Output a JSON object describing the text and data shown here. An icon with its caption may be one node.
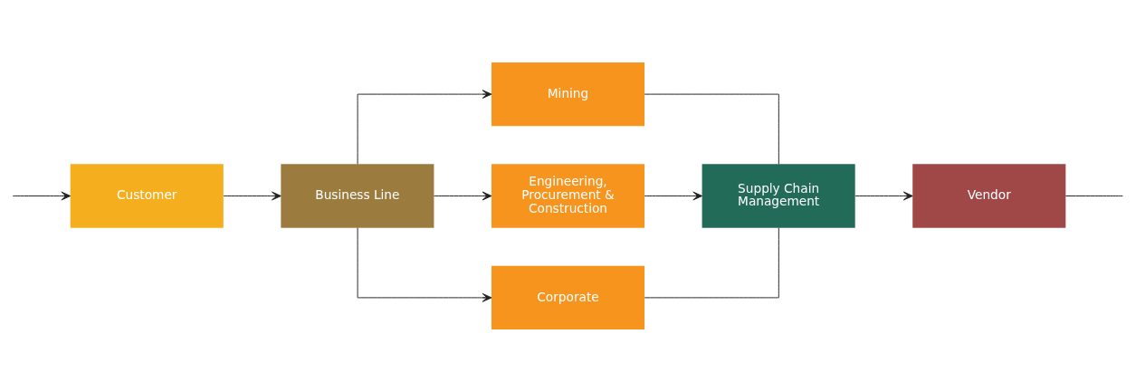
{
  "diagram": {
    "nodes": [
      {
        "text": [
          "Customer"
        ]
      },
      {
        "text": [
          "Business Line"
        ]
      },
      {
        "text": [
          "Mining"
        ]
      },
      {
        "text": [
          "Engineering, Procurement & Construction"
        ]
      },
      {
        "text": [
          "Corporate"
        ]
      },
      {
        "text": [
          "Supply Chain Management"
        ]
      },
      {
        "text": [
          "Vendor"
        ]
      }
    ],
    "edges": [
      {
        "from": 0,
        "to": 1,
        "arrow": "to"
      },
      {
        "from": 1,
        "to": 2,
        "arrow": "to"
      },
      {
        "from": 1,
        "to": 3,
        "arrow": "to"
      },
      {
        "from": 1,
        "to": 4,
        "arrow": "to"
      },
      {
        "from": 2,
        "to": 5,
        "arrow": "none"
      },
      {
        "from": 3,
        "to": 5,
        "arrow": "to"
      },
      {
        "from": 4,
        "to": 5,
        "arrow": "none"
      },
      {
        "from": 5,
        "to": 6,
        "arrow": "to"
      },
      {
        "from": 6,
        "to": null,
        "arrow": "none"
      },
      {
        "from": null,
        "to": 0,
        "arrow": "to"
      }
    ]
  }
}
